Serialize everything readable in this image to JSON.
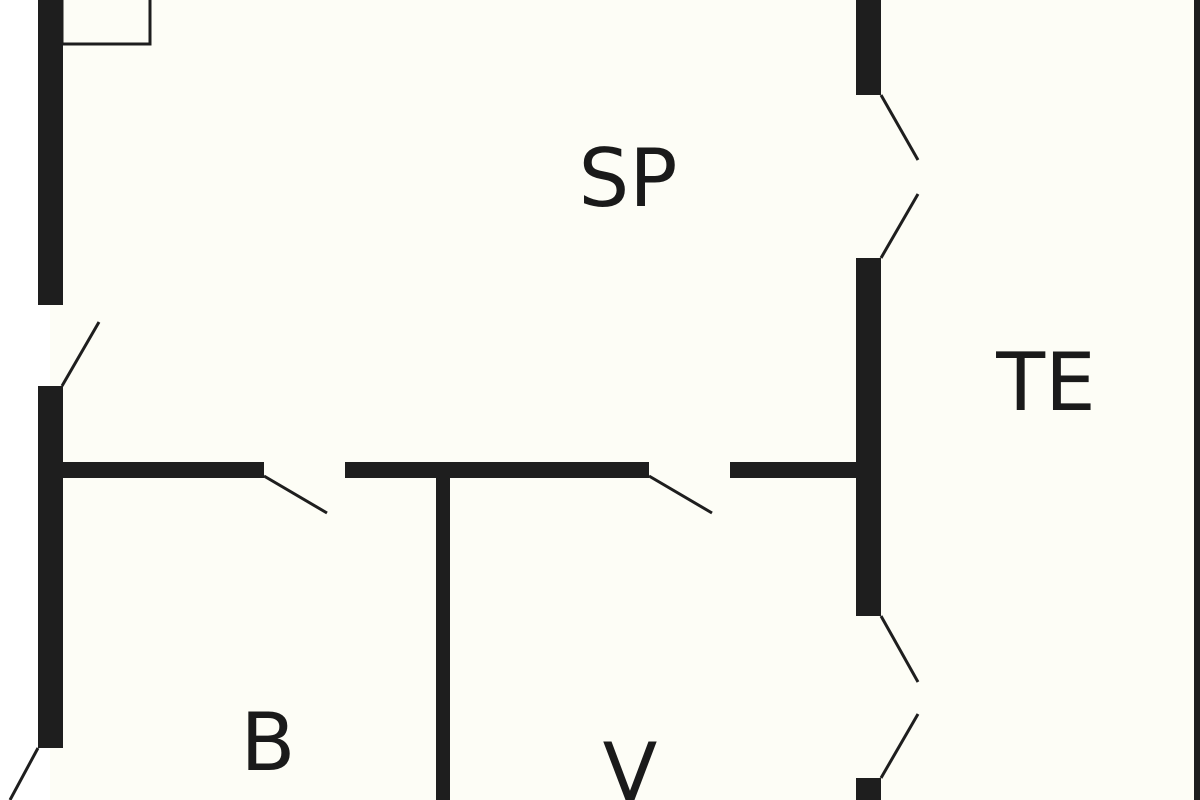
{
  "plan": {
    "rooms": [
      {
        "id": "sp",
        "label": "SP"
      },
      {
        "id": "te",
        "label": "TE"
      },
      {
        "id": "b",
        "label": "B"
      },
      {
        "id": "v",
        "label": "V"
      }
    ],
    "colors": {
      "floor": "#fdfdf6",
      "wall": "#1e1e1e",
      "door_swing": "#1e1e1e",
      "background": "#ffffff"
    }
  }
}
